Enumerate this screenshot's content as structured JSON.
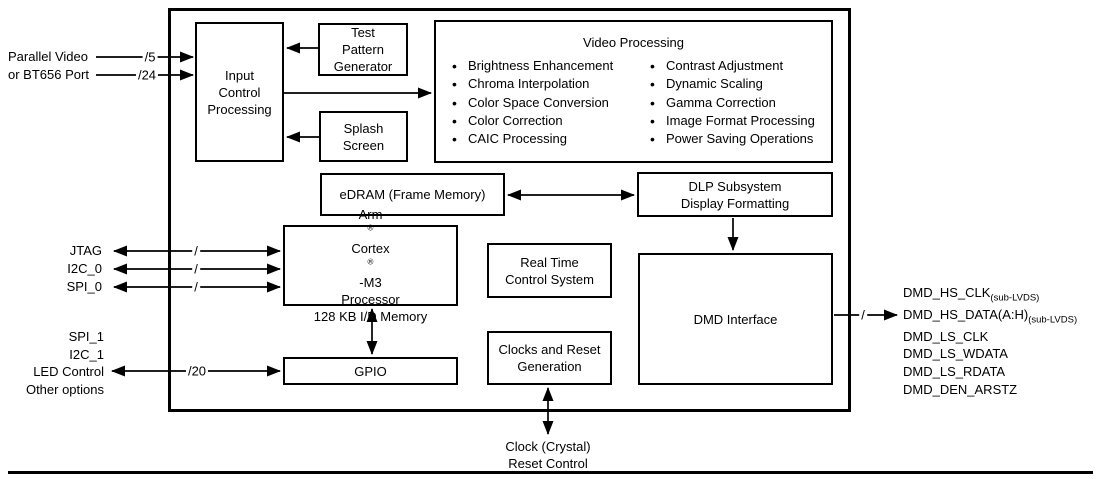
{
  "colors": {
    "ink": "#000000",
    "paper": "#ffffff"
  },
  "left_ports": {
    "video_in": {
      "line1": "Parallel Video",
      "line2": "or BT656 Port",
      "bus1": "/5",
      "bus2": "/24"
    },
    "host": {
      "items": [
        {
          "label": "JTAG",
          "bus": "/"
        },
        {
          "label": "I2C_0",
          "bus": "/"
        },
        {
          "label": "SPI_0",
          "bus": "/"
        }
      ]
    },
    "peripheral": {
      "line1": "SPI_1",
      "line2": "I2C_1",
      "line3": "LED Control",
      "line4": "Other options",
      "bus": "/20"
    }
  },
  "blocks": {
    "input_control": {
      "line1": "Input",
      "line2": "Control",
      "line3": "Processing"
    },
    "test_pattern": {
      "line1": "Test",
      "line2": "Pattern",
      "line3": "Generator"
    },
    "splash_screen": {
      "line1": "Splash",
      "line2": "Screen"
    },
    "video_processing": {
      "title": "Video Processing",
      "features_left": [
        "Brightness Enhancement",
        "Chroma Interpolation",
        "Color Space Conversion",
        "Color Correction",
        "CAIC Processing"
      ],
      "features_right": [
        "Contrast Adjustment",
        "Dynamic Scaling",
        "Gamma Correction",
        "Image Format Processing",
        "Power Saving Operations"
      ]
    },
    "edram": {
      "label": "eDRAM (Frame Memory)"
    },
    "dlp_subsystem": {
      "line1": "DLP Subsystem",
      "line2": "Display Formatting"
    },
    "arm_processor": {
      "name1": "Arm",
      "reg1": "®",
      "name2": " Cortex",
      "reg2": "®",
      "name3": "-M3",
      "line2": "Processor",
      "line3": "128 KB I/D Memory"
    },
    "realtime": {
      "line1": "Real Time",
      "line2": "Control System"
    },
    "clocks_reset": {
      "line1": "Clocks and Reset",
      "line2": "Generation"
    },
    "dmd_interface": {
      "label": "DMD Interface"
    },
    "gpio": {
      "label": "GPIO"
    }
  },
  "right_ports": {
    "bus": "/",
    "signals": [
      {
        "name": "DMD_HS_CLK",
        "sub": "(sub-LVDS)"
      },
      {
        "name": "DMD_HS_DATA(A:H)",
        "sub": "(sub-LVDS)"
      },
      {
        "name": "DMD_LS_CLK",
        "sub": ""
      },
      {
        "name": "DMD_LS_WDATA",
        "sub": ""
      },
      {
        "name": "DMD_LS_RDATA",
        "sub": ""
      },
      {
        "name": "DMD_DEN_ARSTZ",
        "sub": ""
      }
    ]
  },
  "bottom_port": {
    "line1": "Clock (Crystal)",
    "line2": "Reset Control"
  }
}
